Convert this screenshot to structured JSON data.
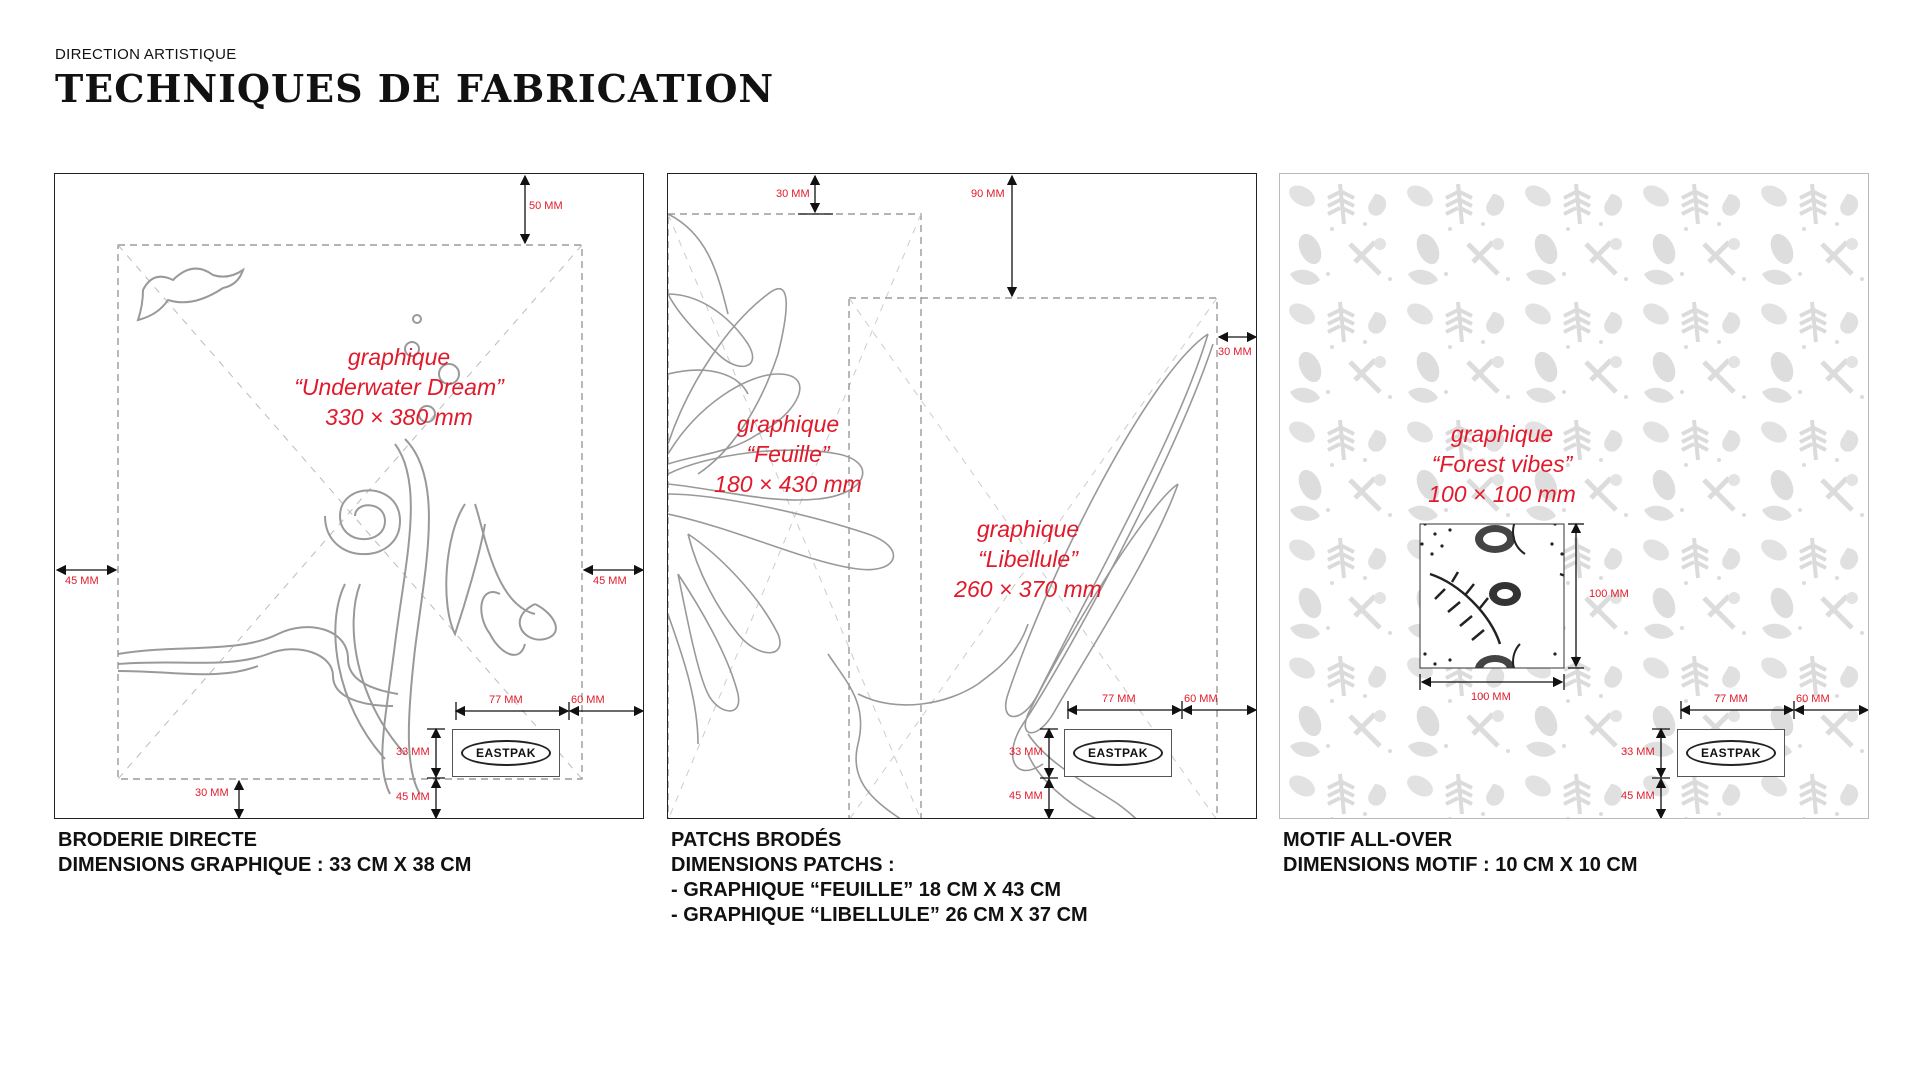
{
  "header": {
    "kicker": "DIRECTION ARTISTIQUE",
    "title": "TECHNIQUES DE FABRICATION"
  },
  "panels": [
    {
      "graphic": {
        "label": "graphique",
        "name": "“Underwater Dream”",
        "size": "330 × 380 mm"
      },
      "measures": {
        "top": "50 MM",
        "left": "45 MM",
        "right": "45 MM",
        "bottom": "30 MM",
        "logo_w": "77 MM",
        "logo_r": "60 MM",
        "logo_h": "33 MM",
        "logo_b": "45 MM"
      },
      "logo": "EASTPAK",
      "caption": [
        "BRODERIE DIRECTE",
        "DIMENSIONS GRAPHIQUE : 33 CM X 38 CM"
      ]
    },
    {
      "graphic_a": {
        "label": "graphique",
        "name": "“Feuille”",
        "size": "180 × 430 mm"
      },
      "graphic_b": {
        "label": "graphique",
        "name": "“Libellule”",
        "size": "260 × 370 mm"
      },
      "measures": {
        "top_a": "30 MM",
        "top_b": "90 MM",
        "right": "30 MM",
        "logo_w": "77 MM",
        "logo_r": "60 MM",
        "logo_h": "33 MM",
        "logo_b": "45 MM"
      },
      "logo": "EASTPAK",
      "caption": [
        "PATCHS BRODÉS",
        "DIMENSIONS PATCHS :",
        "- GRAPHIQUE “FEUILLE” 18 CM X 43 CM",
        "- GRAPHIQUE “LIBELLULE” 26 CM X 37 CM"
      ]
    },
    {
      "graphic": {
        "label": "graphique",
        "name": "“Forest vibes”",
        "size": "100 × 100 mm"
      },
      "measures": {
        "motif_h": "100 MM",
        "motif_w": "100 MM",
        "logo_w": "77 MM",
        "logo_r": "60 MM",
        "logo_h": "33 MM",
        "logo_b": "45 MM"
      },
      "logo": "EASTPAK",
      "caption": [
        "MOTIF ALL-OVER",
        "DIMENSIONS MOTIF : 10 CM X 10 CM"
      ]
    }
  ],
  "colors": {
    "accent": "#e11a2b",
    "line": "#222222",
    "sketch": "#999999"
  }
}
